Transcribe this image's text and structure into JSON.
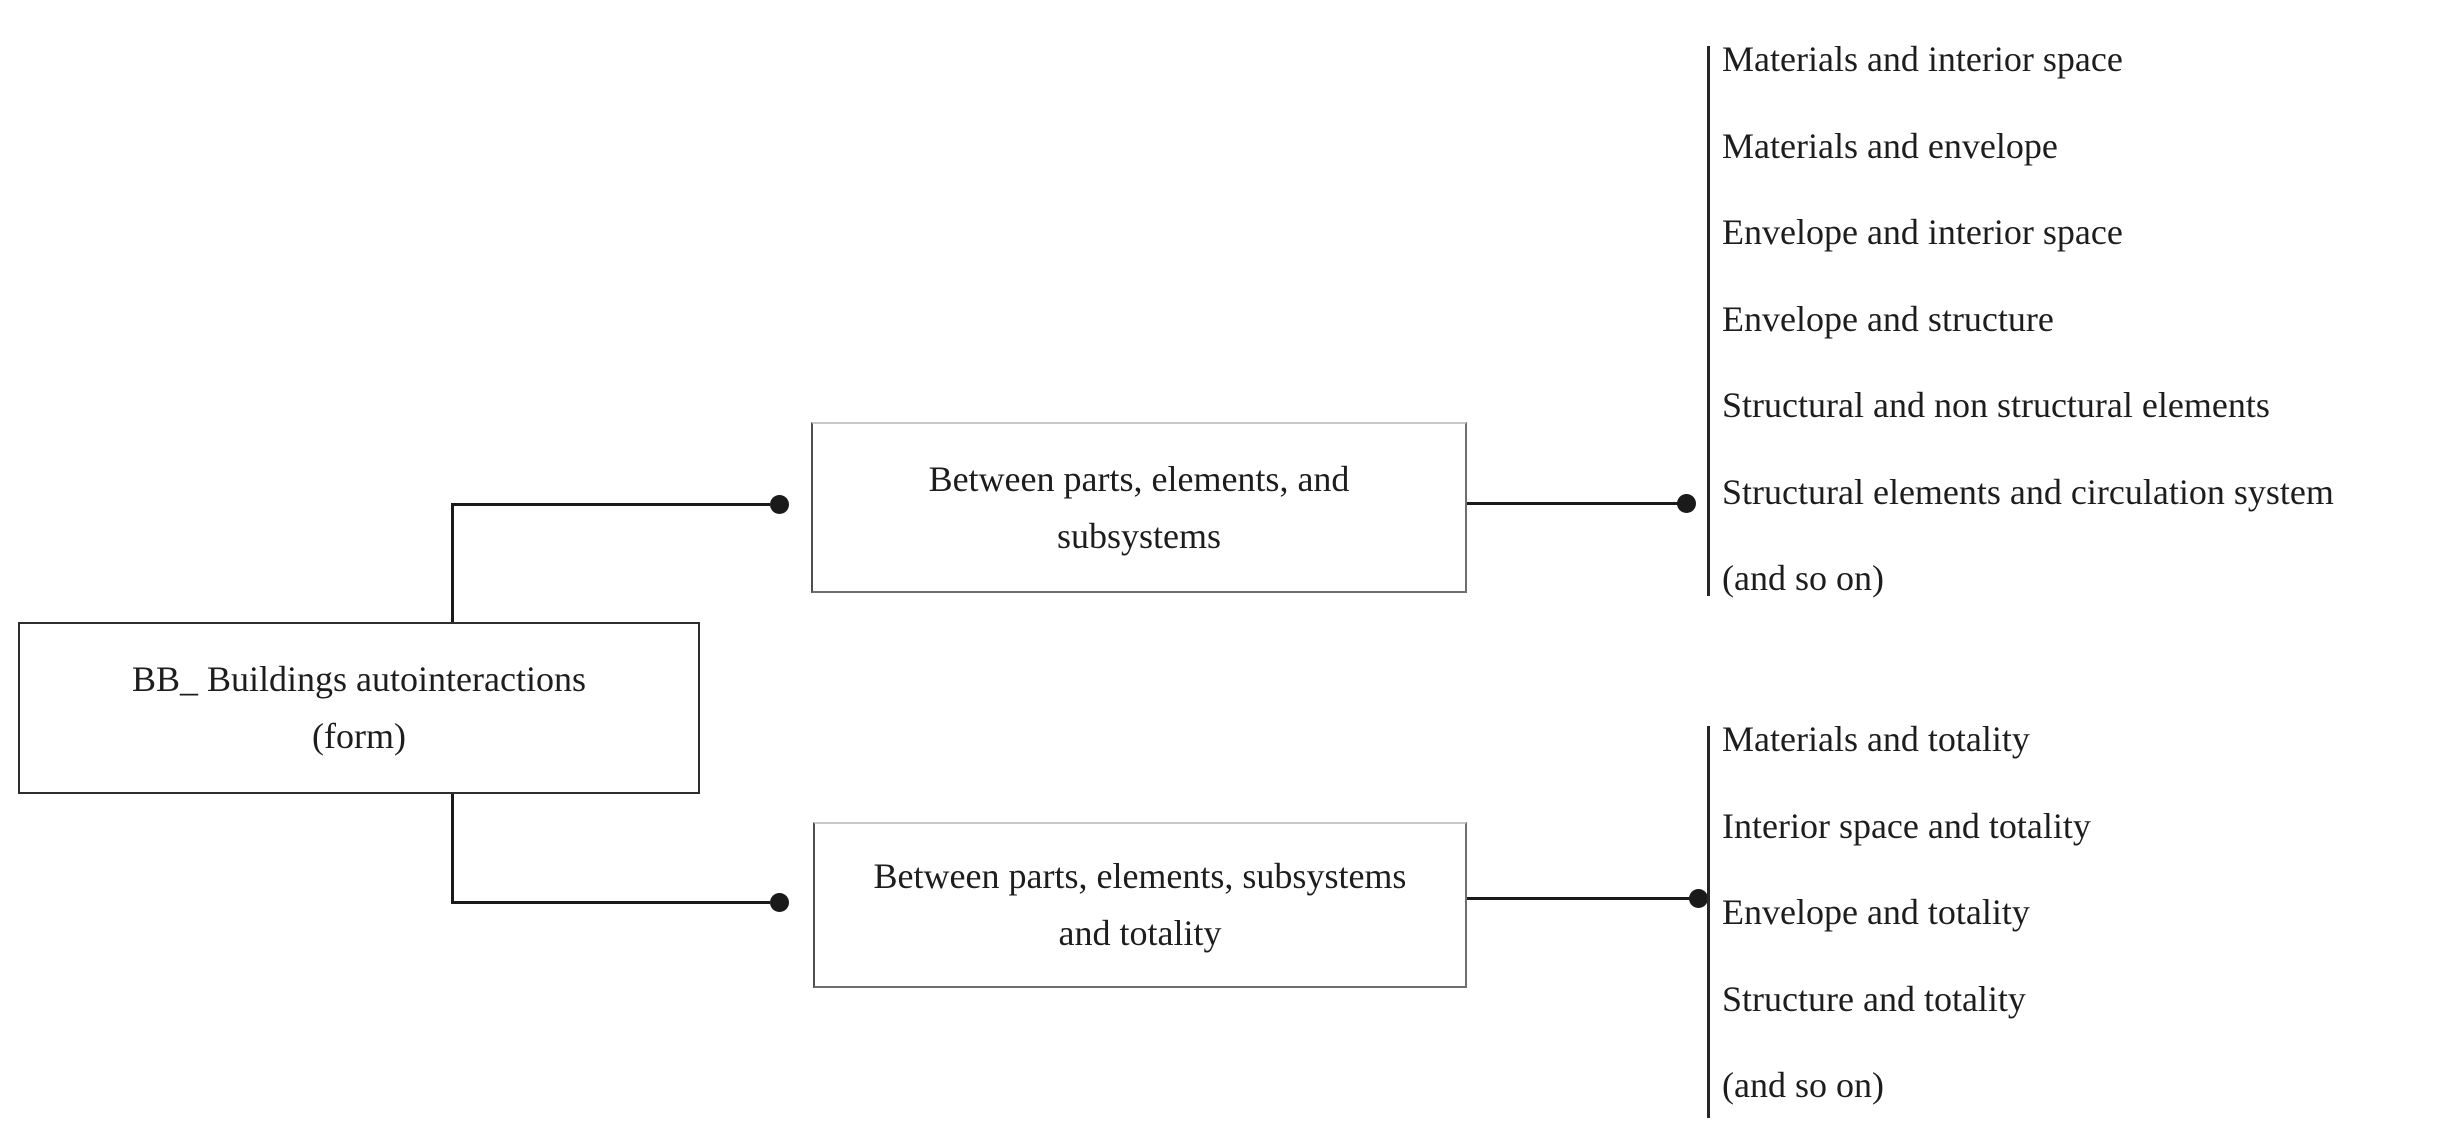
{
  "colors": {
    "bg": "#ffffff",
    "ink": "#1d1d1d",
    "line": "#1a1a1a",
    "border": "#2e2e2e",
    "border-mid": "#6e6e6e",
    "border-light": "#c9c9c9"
  },
  "root": {
    "line1": "BB_ Buildings autointeractions",
    "line2": "(form)"
  },
  "branches": [
    {
      "label_line1": "Between parts, elements, and",
      "label_line2": "subsystems",
      "items": [
        "Materials and interior space",
        "Materials and envelope",
        "Envelope and interior space",
        "Envelope and structure",
        "Structural and non structural elements",
        "Structural elements and circulation system",
        "(and so on)"
      ]
    },
    {
      "label_line1": "Between parts, elements, subsystems",
      "label_line2": "and totality",
      "items": [
        "Materials and totality",
        "Interior space and totality",
        "Envelope and totality",
        "Structure and totality",
        "(and so on)"
      ]
    }
  ]
}
